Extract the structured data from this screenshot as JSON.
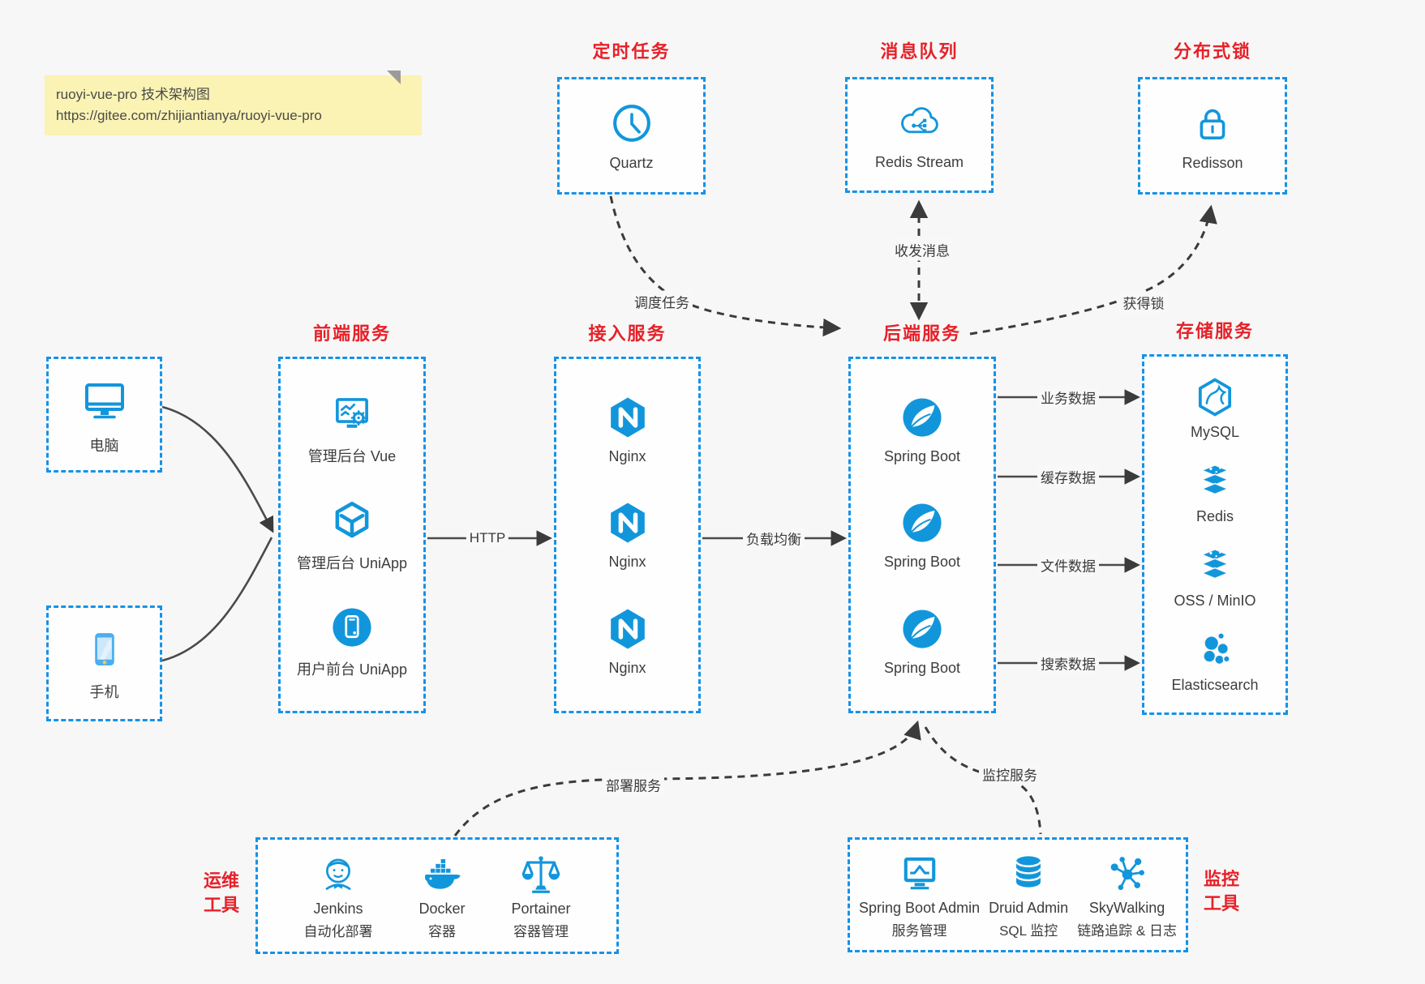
{
  "note": {
    "line1": "ruoyi-vue-pro 技术架构图",
    "line2": "https://gitee.com/zhijiantianya/ruoyi-vue-pro"
  },
  "colors": {
    "accent_blue": "#1296db",
    "border_blue": "#1792e6",
    "title_red": "#e62129",
    "background": "#f7f7f7",
    "arrow_gray": "#3b3b3b",
    "note_bg": "#faf3b3"
  },
  "top_groups": [
    {
      "title": "定时任务",
      "icon": "clock-icon",
      "label": "Quartz"
    },
    {
      "title": "消息队列",
      "icon": "cloud-mq-icon",
      "label": "Redis Stream"
    },
    {
      "title": "分布式锁",
      "icon": "lock-icon",
      "label": "Redisson"
    }
  ],
  "clients": [
    {
      "icon": "desktop-icon",
      "label": "电脑"
    },
    {
      "icon": "phone-icon",
      "label": "手机"
    }
  ],
  "columns": [
    {
      "title": "前端服务",
      "items": [
        {
          "icon": "admin-vue-icon",
          "label": "管理后台 Vue"
        },
        {
          "icon": "uniapp-cube-icon",
          "label": "管理后台 UniApp"
        },
        {
          "icon": "user-app-icon",
          "label": "用户前台 UniApp"
        }
      ]
    },
    {
      "title": "接入服务",
      "items": [
        {
          "icon": "nginx-icon",
          "label": "Nginx"
        },
        {
          "icon": "nginx-icon",
          "label": "Nginx"
        },
        {
          "icon": "nginx-icon",
          "label": "Nginx"
        }
      ]
    },
    {
      "title": "后端服务",
      "items": [
        {
          "icon": "spring-icon",
          "label": "Spring Boot"
        },
        {
          "icon": "spring-icon",
          "label": "Spring Boot"
        },
        {
          "icon": "spring-icon",
          "label": "Spring Boot"
        }
      ]
    },
    {
      "title": "存储服务",
      "items": [
        {
          "icon": "mysql-icon",
          "label": "MySQL"
        },
        {
          "icon": "redis-icon",
          "label": "Redis"
        },
        {
          "icon": "storage-icon",
          "label": "OSS / MinIO"
        },
        {
          "icon": "elasticsearch-icon",
          "label": "Elasticsearch"
        }
      ]
    }
  ],
  "edges": {
    "http": "HTTP",
    "load_balance": "负载均衡",
    "schedule": "调度任务",
    "message": "收发消息",
    "lock": "获得锁",
    "business_data": "业务数据",
    "cache_data": "缓存数据",
    "file_data": "文件数据",
    "search_data": "搜索数据",
    "deploy": "部署服务",
    "monitor": "监控服务"
  },
  "bottom_groups": [
    {
      "title_lines": [
        "运维",
        "工具"
      ],
      "items": [
        {
          "icon": "jenkins-icon",
          "name": "Jenkins",
          "desc": "自动化部署"
        },
        {
          "icon": "docker-icon",
          "name": "Docker",
          "desc": "容器"
        },
        {
          "icon": "portainer-icon",
          "name": "Portainer",
          "desc": "容器管理"
        }
      ]
    },
    {
      "title_lines": [
        "监控",
        "工具"
      ],
      "items": [
        {
          "icon": "sba-icon",
          "name": "Spring Boot Admin",
          "desc": "服务管理"
        },
        {
          "icon": "druid-icon",
          "name": "Druid Admin",
          "desc": "SQL 监控"
        },
        {
          "icon": "skywalking-icon",
          "name": "SkyWalking",
          "desc": "链路追踪 & 日志"
        }
      ]
    }
  ]
}
